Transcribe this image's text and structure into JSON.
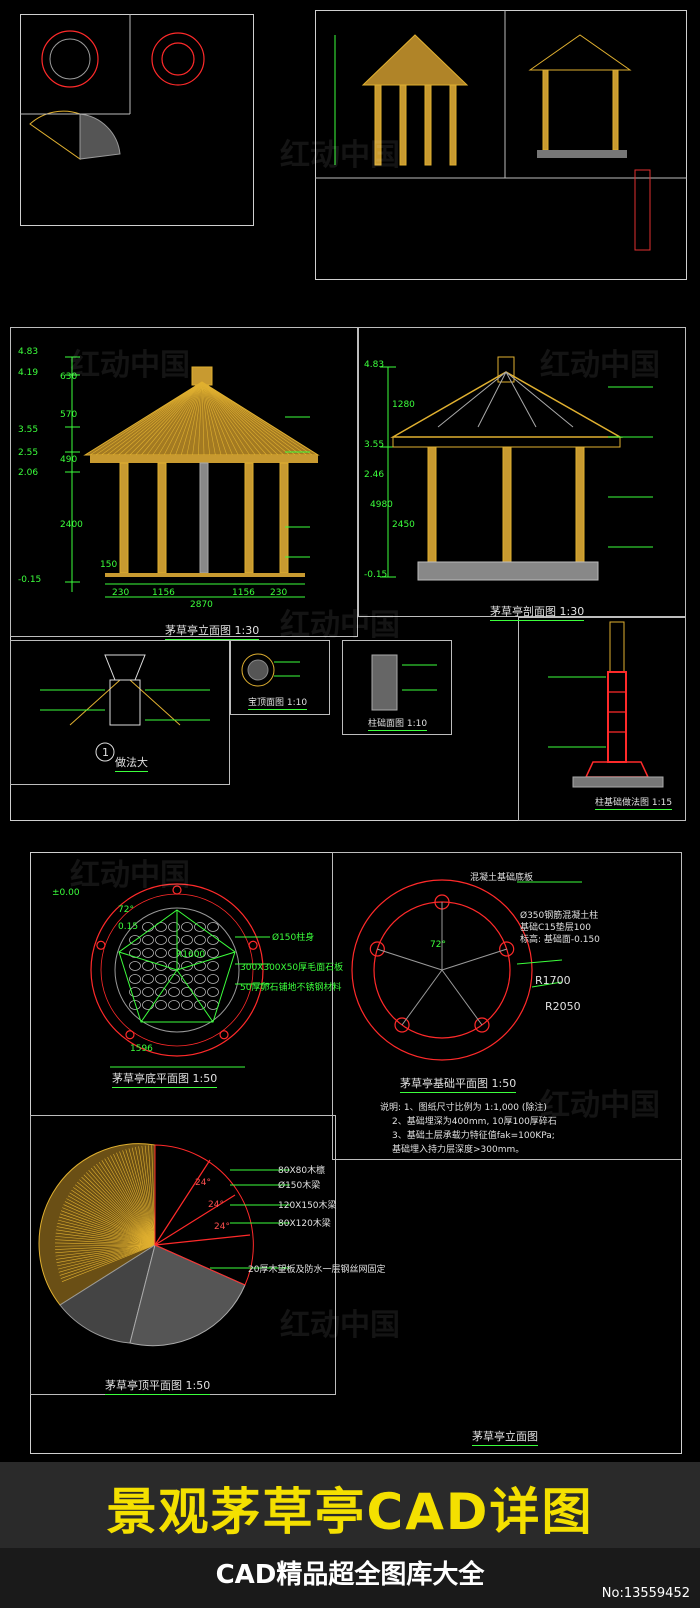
{
  "colors": {
    "dim_green": "#3cff3c",
    "thatch": "#e0b030",
    "foundation_red": "#ff2a2a",
    "banner_title": "#f4e000",
    "banner_bg": "#2a2a2a"
  },
  "drawings": {
    "front_elevation": {
      "title": "茅草亭立面图",
      "scale": "1:30"
    },
    "section": {
      "title": "茅草亭剖面图",
      "scale": "1:30"
    },
    "joint_detail": {
      "title": "做法大",
      "marker": "1"
    },
    "top_node": {
      "title": "宝顶面图",
      "scale": "1:10"
    },
    "column_base": {
      "title": "柱础面图",
      "scale": "1:10"
    },
    "foundation_detail": {
      "title": "柱基础做法图",
      "scale": "1:15"
    },
    "base_plan": {
      "title": "茅草亭底平面图",
      "scale": "1:50",
      "elevation": "±0.00"
    },
    "foundation_plan": {
      "title": "茅草亭基础平面图",
      "scale": "1:50",
      "header": "混凝土基础底板"
    },
    "roof_plan": {
      "title": "茅草亭顶平面图",
      "scale": "1:50"
    },
    "side_elevation": {
      "title": "茅草亭立面图"
    }
  },
  "elevation_dims": {
    "left_levels": [
      "4.83",
      "4.19",
      "3.55",
      "2.55",
      "2.06",
      "-0.15"
    ],
    "left_segments": [
      "630",
      "570",
      "490",
      "2400",
      "150"
    ],
    "bottom": [
      "230",
      "1156",
      "1156",
      "230"
    ],
    "bottom_total": "2870",
    "section_levels": [
      "4.83",
      "3.55",
      "2.46",
      "-0.15"
    ],
    "section_segments": [
      "1280",
      "4980",
      "2450"
    ]
  },
  "base_plan_labels": {
    "dim_value": "1596",
    "radius": "R1600",
    "angle": "72°",
    "offset": "0.15",
    "notes": [
      "Ø150柱身",
      "300X300X50厚毛面石板",
      "50厚卵石铺地不锈钢材料"
    ]
  },
  "foundation_labels": {
    "radius_inner": "R1700",
    "radius_outer": "R2050",
    "angle": "72°",
    "notes": [
      "Ø350钢筋混凝土柱",
      "基础C15垫层100",
      "标高: 基础面-0.150"
    ],
    "spec_lines": [
      "说明: 1、图纸尺寸比例为 1:1,000 (除注)",
      "2、基础埋深为400mm, 10厚100厚碎石",
      "3、基础土层承载力特征值fak=100KPa;",
      "基础埋入持力层深度>300mm。"
    ]
  },
  "roof_labels": {
    "notes": [
      "80X80木檩",
      "Ø150木梁",
      "120X150木梁",
      "80X120木梁",
      "20厚木望板及防水一层钢丝网固定"
    ],
    "angles": [
      "24°",
      "24°",
      "24°"
    ]
  },
  "watermark": "红动中国",
  "banner": {
    "title": "景观茅草亭CAD详图",
    "subtitle": "CAD精品超全图库大全",
    "number": "No:13559452"
  }
}
